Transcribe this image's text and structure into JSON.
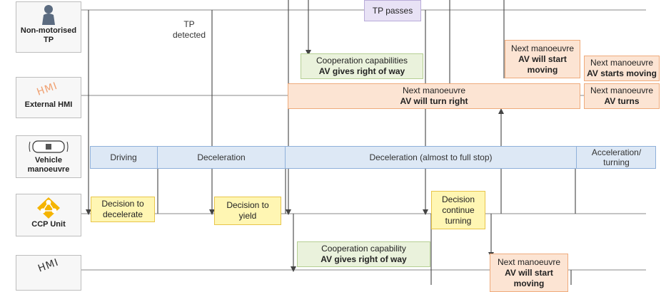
{
  "actors": {
    "tp": {
      "label_line1": "Non-motorised",
      "label_line2": "TP",
      "icon": "pedestrian-icon"
    },
    "ext_hmi": {
      "label": "External HMI",
      "icon_text": "HMI"
    },
    "vehicle": {
      "label_line1": "Vehicle",
      "label_line2": "manoeuvre",
      "icon": "car-top-view-icon"
    },
    "ccp": {
      "label": "CCP Unit",
      "icon": "ccp-network-icon"
    },
    "hmi2": {
      "icon_text": "HMI"
    }
  },
  "tp_lane": {
    "tp_passes": "TP passes",
    "tp_detected_line1": "TP",
    "tp_detected_line2": "detected"
  },
  "coop_top": {
    "line1": "Cooperation capabilities",
    "line2": "AV gives right of way"
  },
  "next_start": {
    "line1": "Next manoeuvre",
    "line2": "AV will start",
    "line3": "moving"
  },
  "next_starts": {
    "line1": "Next manoeuvre",
    "line2": "AV starts moving"
  },
  "ext_next_turn": {
    "line1": "Next manoeuvre",
    "line2": "AV will turn right"
  },
  "ext_turns": {
    "line1": "Next manoeuvre",
    "line2": "AV turns"
  },
  "phases": {
    "driving": "Driving",
    "deceleration": "Deceleration",
    "full_stop": "Deceleration (almost to full stop)",
    "accel_line1": "Acceleration/",
    "accel_line2": "turning"
  },
  "ccp_decisions": {
    "decelerate_line1": "Decision to",
    "decelerate_line2": "decelerate",
    "yield_line1": "Decision to",
    "yield_line2": "yield",
    "continue_line1": "Decision",
    "continue_line2": "continue",
    "continue_line3": "turning"
  },
  "coop_bottom": {
    "line1": "Cooperation capability",
    "line2": "AV gives right of way"
  },
  "next_bottom": {
    "line1": "Next manoeuvre",
    "line2": "AV will start",
    "line3": "moving"
  },
  "colors": {
    "decision": "#fff6b3",
    "cooperation": "#eaf2dc",
    "manoeuvre": "#fce4d3",
    "tp_event": "#e8e2f5",
    "vehicle_phase": "#dde8f5"
  }
}
